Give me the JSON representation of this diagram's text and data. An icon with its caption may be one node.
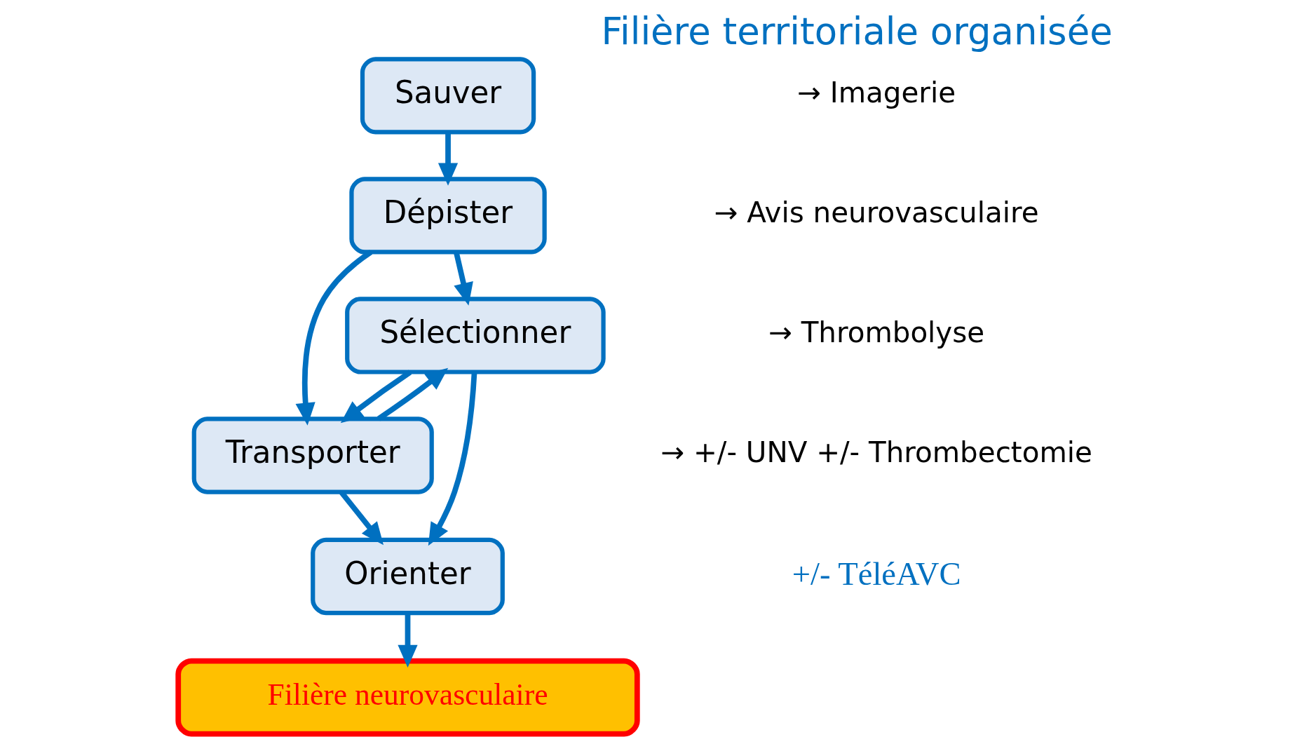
{
  "diagram": {
    "title": "Filière territoriale organisée",
    "nodes": [
      {
        "text": [
          "Sauver"
        ]
      },
      {
        "text": [
          "Dépister"
        ]
      },
      {
        "text": [
          "Sélectionner"
        ]
      },
      {
        "text": [
          "Transporter"
        ]
      },
      {
        "text": [
          "Orienter"
        ]
      },
      {
        "text": [
          "Filière neurovasculaire"
        ]
      }
    ],
    "edges": [
      {
        "from": 0,
        "to": 1,
        "arrow": "to"
      },
      {
        "from": 1,
        "to": 2,
        "arrow": "to"
      },
      {
        "from": 1,
        "to": 3,
        "arrow": "to"
      },
      {
        "from": 2,
        "to": 3,
        "arrow": "to"
      },
      {
        "from": 3,
        "to": 2,
        "arrow": "to"
      },
      {
        "from": 2,
        "to": 4,
        "arrow": "to"
      },
      {
        "from": 3,
        "to": 4,
        "arrow": "to"
      },
      {
        "from": 4,
        "to": 5,
        "arrow": "to"
      }
    ],
    "labels": [
      "→ Imagerie",
      "→ Avis neurovasculaire",
      "→ Thrombolyse",
      "→ +/- UNV +/- Thrombectomie",
      "+/- TéléAVC"
    ]
  }
}
